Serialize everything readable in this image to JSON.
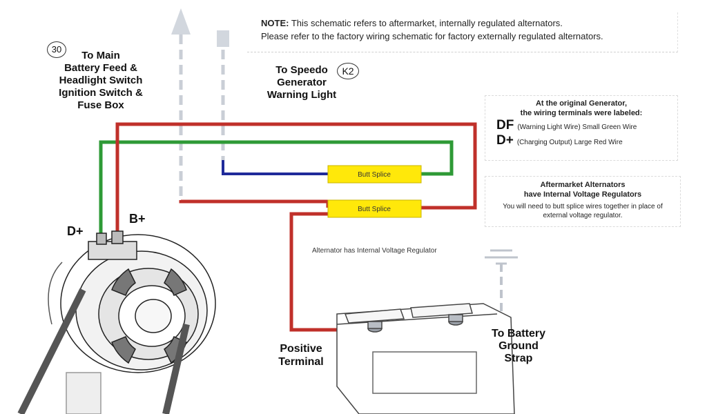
{
  "note": {
    "prefix": "NOTE:",
    "line1": "This schematic refers to aftermarket, internally regulated alternators.",
    "line2": "Please refer to the factory wiring schematic for factory externally regulated alternators."
  },
  "labels": {
    "terminal_30": "30",
    "main_feed": [
      "To Main",
      "Battery Feed &",
      "Headlight Switch",
      "Ignition Switch &",
      "Fuse Box"
    ],
    "speedo": [
      "To Speedo",
      "Generator",
      "Warning Light"
    ],
    "terminal_k2": "K2",
    "d_plus": "D+",
    "b_plus": "B+",
    "positive": [
      "Positive",
      "Terminal"
    ],
    "ground": [
      "To Battery",
      "Ground",
      "Strap"
    ],
    "internal_reg": "Alternator has Internal Voltage Regulator"
  },
  "splices": {
    "top": "Butt Splice",
    "bottom": "Butt Splice"
  },
  "generator_panel": {
    "title1": "At the original Generator,",
    "title2": "the wiring terminals were labeled:",
    "df_code": "DF",
    "df_desc": "(Warning Light Wire) Small Green Wire",
    "dplus_code": "D+",
    "dplus_desc": "(Charging Output) Large Red Wire"
  },
  "aftermarket_panel": {
    "title1": "Aftermarket Alternators",
    "title2": "have Internal Voltage Regulators",
    "body1": "You will need to butt splice wires together in place of",
    "body2": "external voltage regulator."
  },
  "colors": {
    "red_wire": "#c0302a",
    "green_wire": "#2e9a36",
    "blue_wire": "#1f2a9a",
    "gray_wire": "#c9ced6",
    "splice_fill": "#ffe80a"
  }
}
